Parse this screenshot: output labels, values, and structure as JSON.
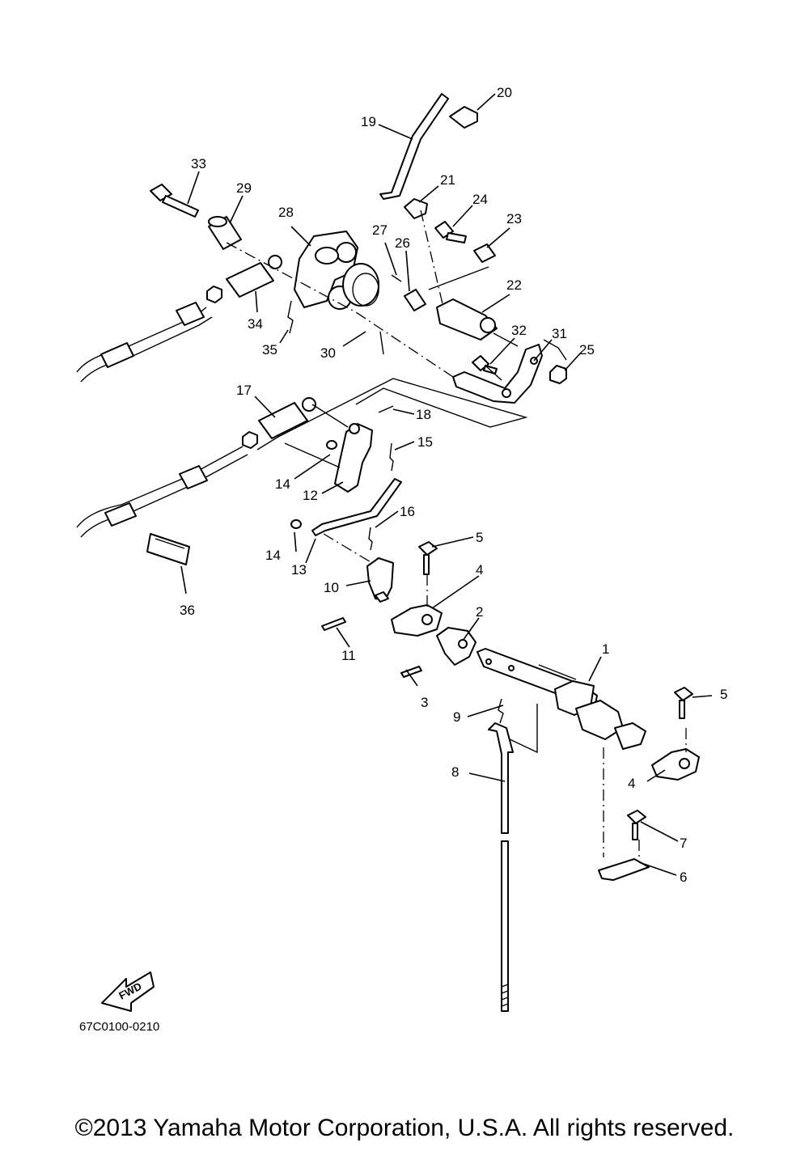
{
  "diagram_code": "67C0100-0210",
  "direction_label": "FWD",
  "copyright": "©2013 Yamaha Motor Corporation, U.S.A. All rights reserved.",
  "callouts": {
    "c1": "1",
    "c2": "2",
    "c3": "3",
    "c4a": "4",
    "c4b": "4",
    "c5a": "5",
    "c5b": "5",
    "c6": "6",
    "c7": "7",
    "c8": "8",
    "c9": "9",
    "c10": "10",
    "c11": "11",
    "c12": "12",
    "c13": "13",
    "c14a": "14",
    "c14b": "14",
    "c15": "15",
    "c16": "16",
    "c17": "17",
    "c18": "18",
    "c19": "19",
    "c20": "20",
    "c21": "21",
    "c22": "22",
    "c23": "23",
    "c24": "24",
    "c25": "25",
    "c26": "26",
    "c27": "27",
    "c28": "28",
    "c29": "29",
    "c30": "30",
    "c31": "31",
    "c32": "32",
    "c33": "33",
    "c34": "34",
    "c35": "35",
    "c36": "36"
  }
}
